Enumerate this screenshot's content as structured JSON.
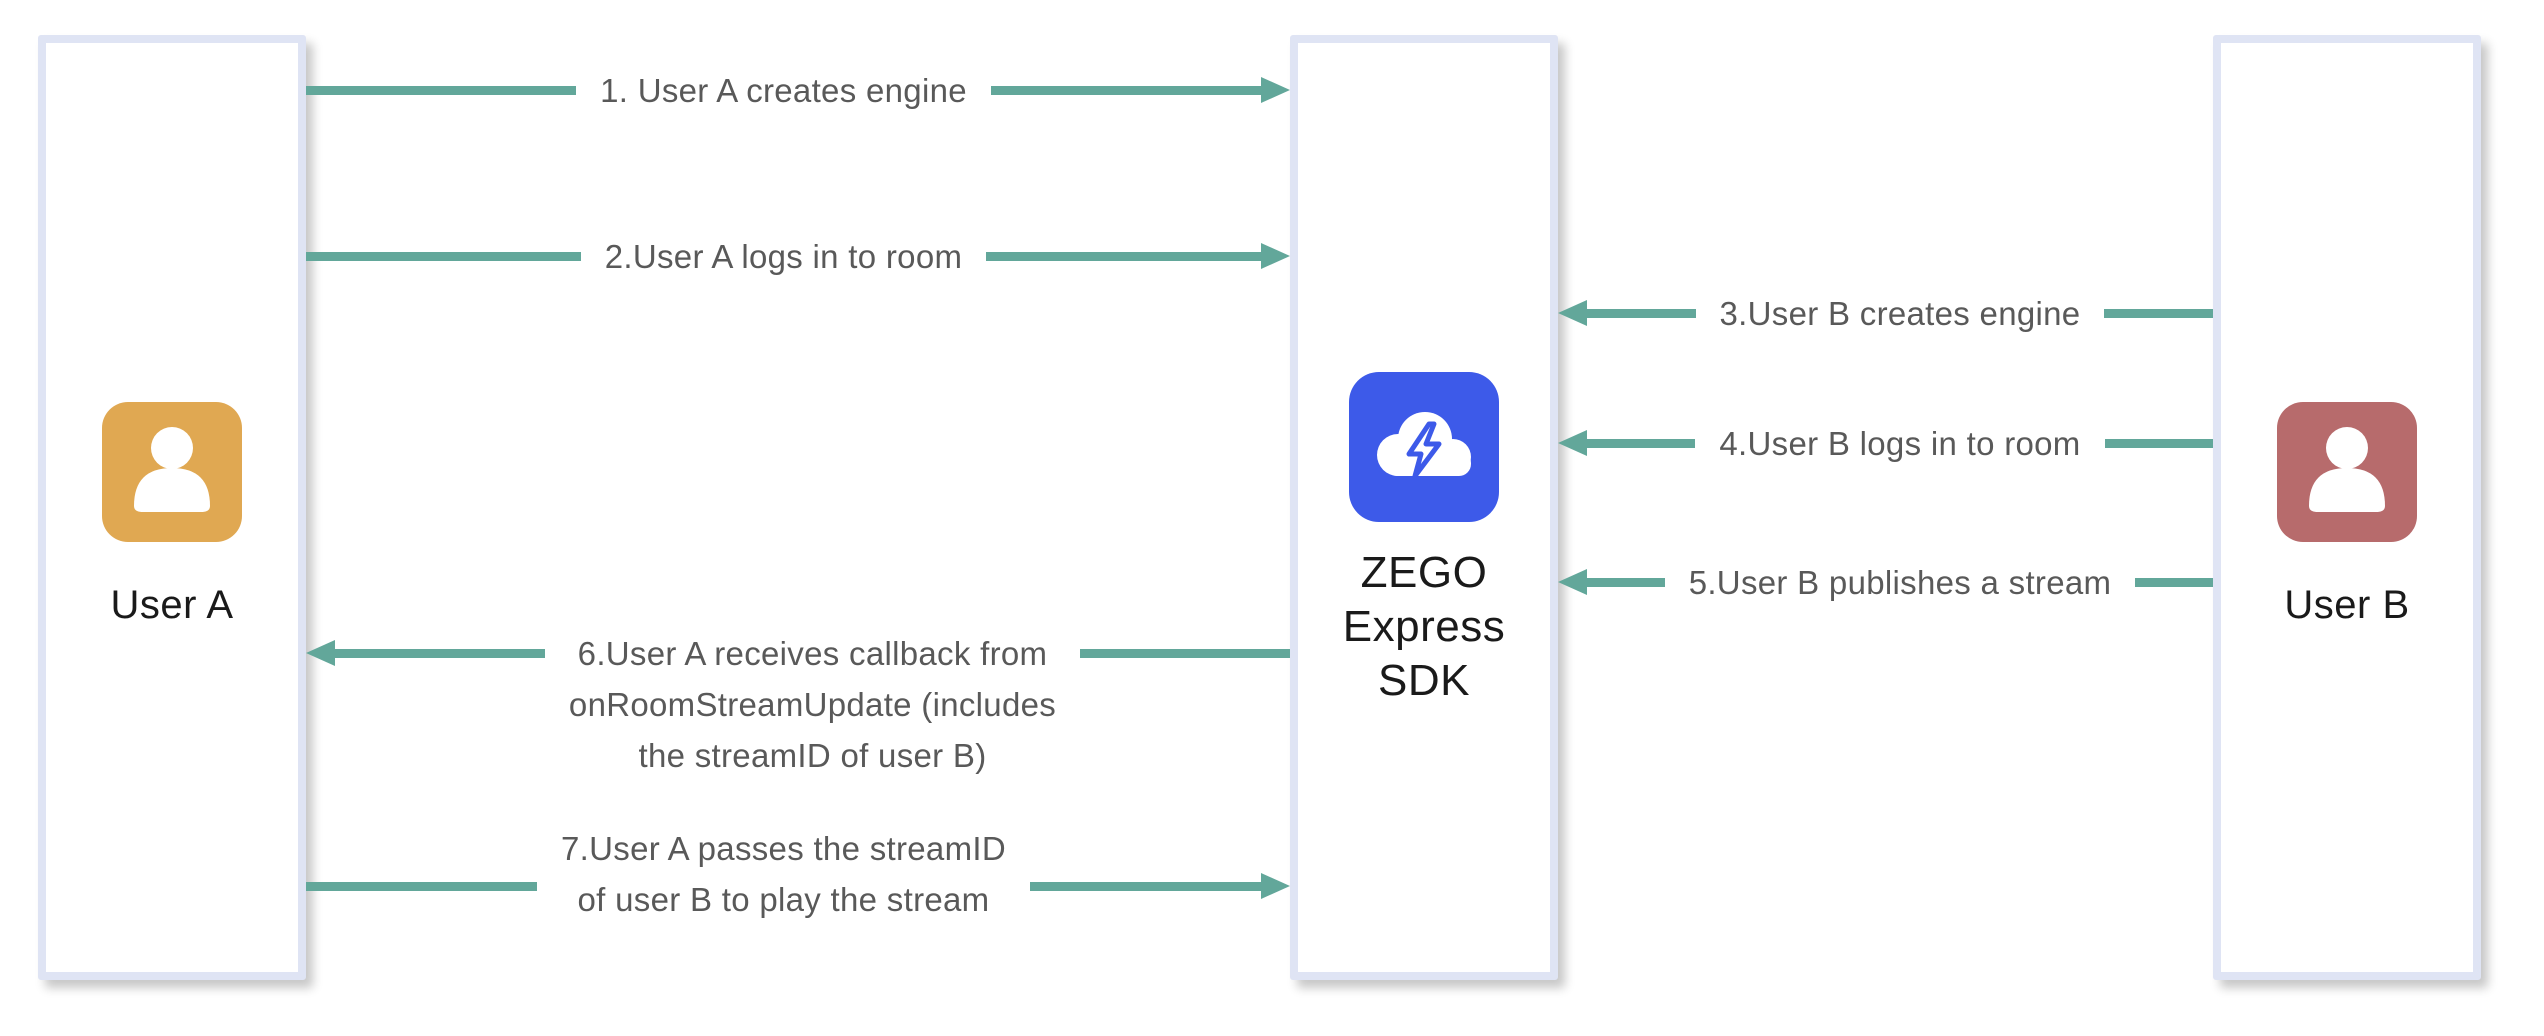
{
  "palette": {
    "arrow_teal": "#62A79A",
    "box_border_lavender": "#DFE4F4",
    "user_a_amber": "#E0A852",
    "user_b_rose": "#B76B6C",
    "sdk_blue": "#3D5AE9",
    "message_text_gray": "#595959",
    "entity_text_black": "#1A1A1A"
  },
  "entities": {
    "user_a": {
      "label": "User A",
      "icon": "person-icon"
    },
    "sdk": {
      "label": "ZEGO\nExpress\nSDK",
      "icon": "cloud-lightning-icon"
    },
    "user_b": {
      "label": "User B",
      "icon": "person-icon"
    }
  },
  "messages": [
    {
      "num": 1,
      "label": "1. User A creates engine",
      "direction": "right",
      "lane": "left-gap"
    },
    {
      "num": 2,
      "label": "2.User A logs in to room",
      "direction": "right",
      "lane": "left-gap"
    },
    {
      "num": 3,
      "label": "3.User B creates engine",
      "direction": "left",
      "lane": "right-gap"
    },
    {
      "num": 4,
      "label": "4.User B logs in to room",
      "direction": "left",
      "lane": "right-gap"
    },
    {
      "num": 5,
      "label": "5.User B publishes a stream",
      "direction": "left",
      "lane": "right-gap"
    },
    {
      "num": 6,
      "label": "6.User A receives callback from\nonRoomStreamUpdate (includes\nthe streamID of user B)",
      "direction": "left",
      "lane": "left-gap"
    },
    {
      "num": 7,
      "label": "7.User A passes the streamID\nof user B to play the stream",
      "direction": "right",
      "lane": "left-gap"
    }
  ]
}
